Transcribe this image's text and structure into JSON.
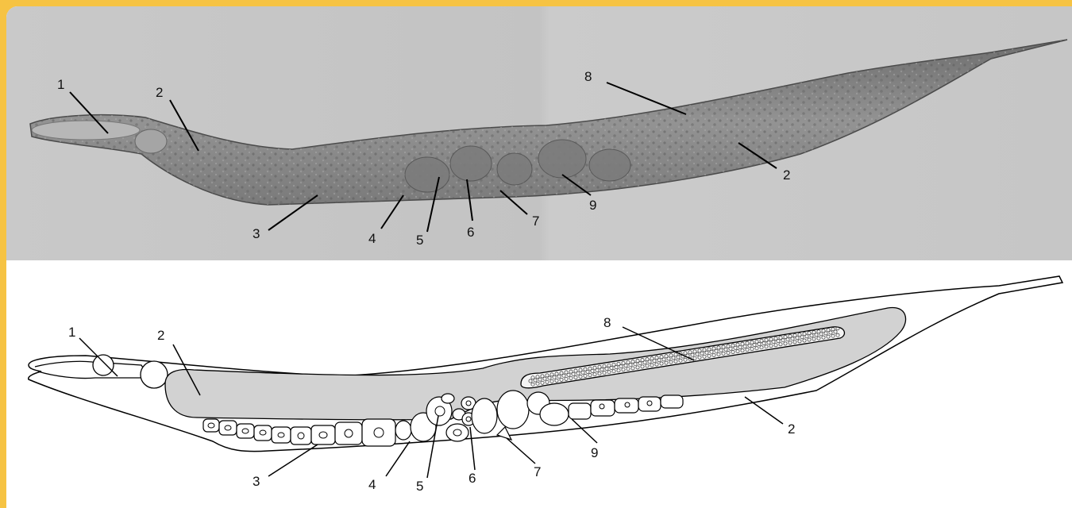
{
  "photo": {
    "labels": [
      "1",
      "2",
      "3",
      "4",
      "5",
      "6",
      "7",
      "8",
      "9",
      "2"
    ]
  },
  "drawing": {
    "labels": [
      "1",
      "2",
      "3",
      "4",
      "5",
      "6",
      "7",
      "8",
      "9",
      "2"
    ]
  },
  "colors": {
    "frame": "#f6c343",
    "intestine_fill": "#d2d2d2",
    "photo_background": "#c4c4c4",
    "photo_body": "#8f8f8f"
  }
}
